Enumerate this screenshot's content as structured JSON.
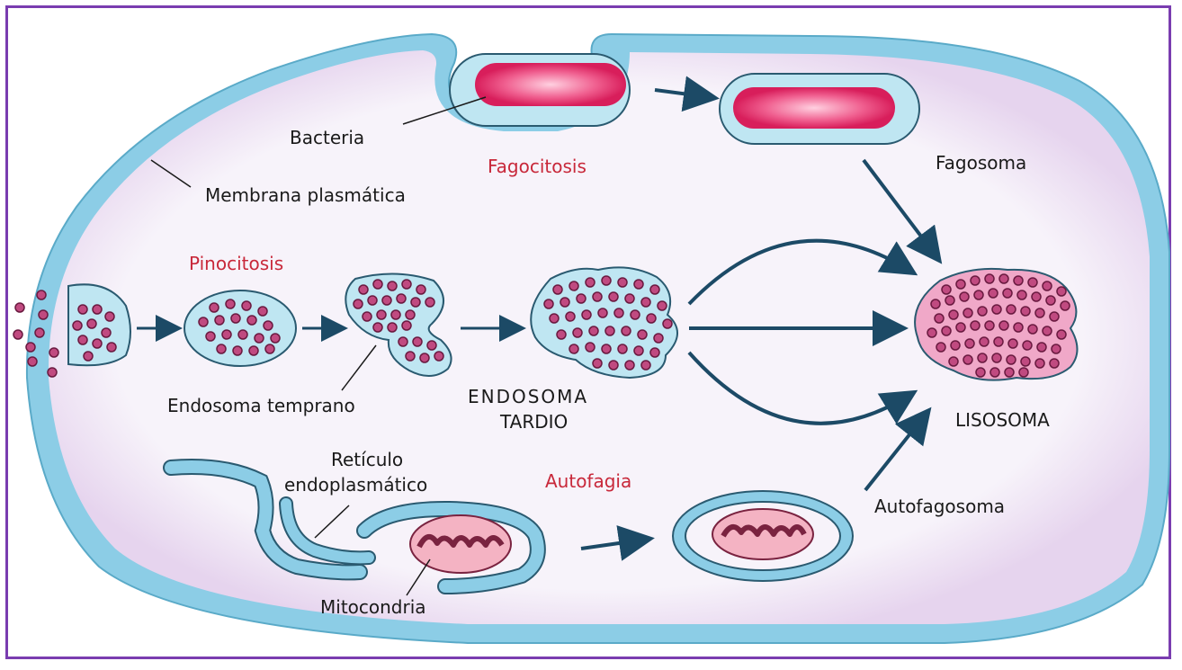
{
  "labels": {
    "bacteria": "Bacteria",
    "fagocitosis": "Fagocitosis",
    "fagosoma": "Fagosoma",
    "membrana": "Membrana plasmática",
    "pinocitosis": "Pinocitosis",
    "endosoma_temprano": "Endosoma temprano",
    "endosoma_tardio_1": "ENDOSOMA",
    "endosoma_tardio_2": "TARDIO",
    "lisosoma": "LISOSOMA",
    "reticulo_1": "Retículo",
    "reticulo_2": "endoplasmático",
    "autofagia": "Autofagia",
    "autofagosoma": "Autofagosoma",
    "mitocondria": "Mitocondria"
  },
  "colors": {
    "frame": "#7a3db0",
    "membrane": "#8ccde6",
    "membrane_stroke": "#5aaac8",
    "cytoplasm": "#f4eef8",
    "vesicle_fill": "#bfe6f2",
    "particle": "#a03060",
    "lysosome": "#f0a8c8",
    "bacteria": "#e8407a",
    "arrow": "#1c4a66",
    "process_label": "#c8283a"
  }
}
